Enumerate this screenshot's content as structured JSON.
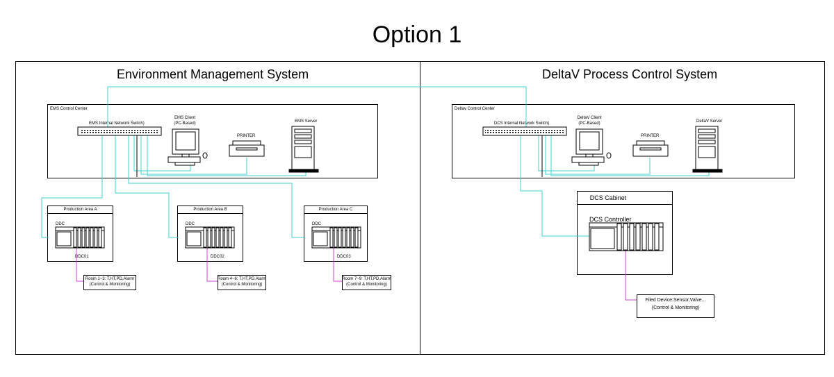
{
  "title": "Option 1",
  "ems": {
    "title": "Environment Management System",
    "control_center": "EMS Control Center",
    "switch": "EMS Internal Network Switch)",
    "client": [
      "EMS Client",
      "(PC-Based)"
    ],
    "printer": "PRINTER",
    "server": "EMS Server",
    "areas": [
      {
        "name": "Production Area A",
        "ddc": "DDC",
        "id": "DDC01",
        "rooms": [
          "Room 1~3: T,HT,PD,Alarm",
          "(Control & Monitoring)"
        ]
      },
      {
        "name": "Production Area B",
        "ddc": "DDC",
        "id": "DDC02",
        "rooms": [
          "Room 4~6: T,HT,PD,Alarm",
          "(Control & Monitoring)"
        ]
      },
      {
        "name": "Production Area C",
        "ddc": "DDC",
        "id": "DDC03",
        "rooms": [
          "Room 7~9: T,HT,PD,Alarm",
          "(Control & Monitoring)"
        ]
      }
    ]
  },
  "dcs": {
    "title": "DeltaV Process Control System",
    "control_center": "Deltav Control Center",
    "switch": "DCS Internal Network Switch)",
    "client": [
      "DeltaV Client",
      "(PC-Based)"
    ],
    "printer": "PRINTER",
    "server": "DeltaV Server",
    "cabinet": "DCS Cabinet",
    "controller": "DCS Controller",
    "field": [
      "Filed Device:Sensor,Valve...",
      "(Control & Monitoring)"
    ]
  },
  "colors": {
    "network": "#40d0d0",
    "field_link": "#d040d0",
    "line": "#000000"
  }
}
